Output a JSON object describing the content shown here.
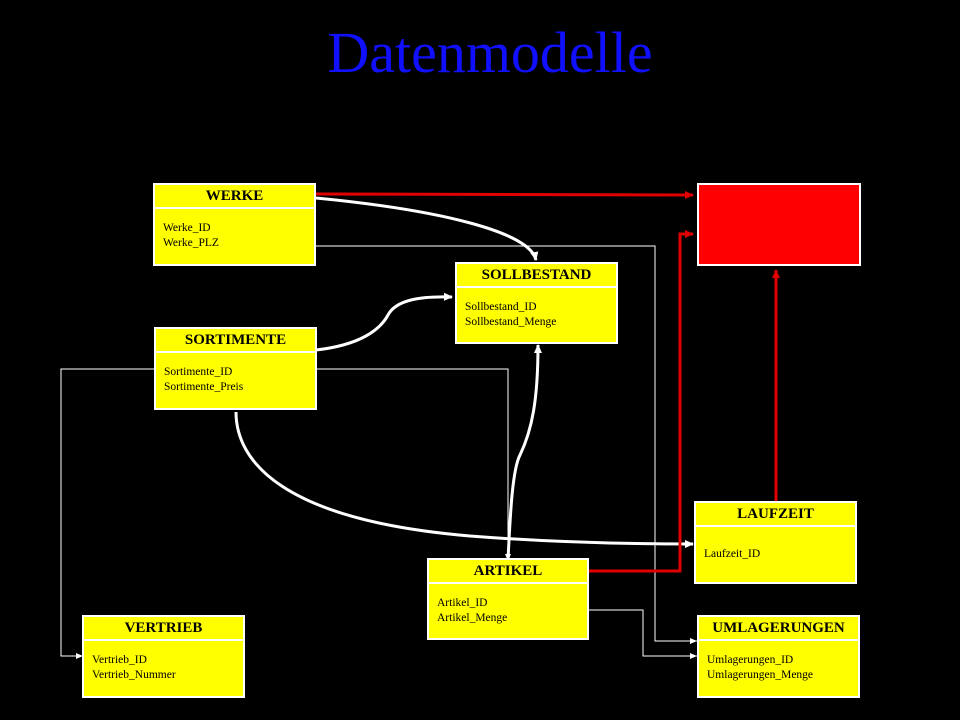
{
  "title": "Datenmodelle",
  "colors": {
    "background": "#000000",
    "title": "#1010ff",
    "entity_fill": "#ffff00",
    "entity_border": "#ffffff",
    "highlight_box": "#ff0000",
    "red_connector": "#e00000",
    "white_connector": "#ffffff"
  },
  "entities": {
    "werke": {
      "name": "WERKE",
      "fields": [
        "Werke_ID",
        "Werke_PLZ"
      ]
    },
    "sollbestand": {
      "name": "SOLLBESTAND",
      "fields": [
        "Sollbestand_ID",
        "Sollbestand_Menge"
      ]
    },
    "sortimente": {
      "name": "SORTIMENTE",
      "fields": [
        "Sortimente_ID",
        "Sortimente_Preis"
      ]
    },
    "laufzeit": {
      "name": "LAUFZEIT",
      "fields": [
        "Laufzeit_ID"
      ]
    },
    "artikel": {
      "name": "ARTIKEL",
      "fields": [
        "Artikel_ID",
        "Artikel_Menge"
      ]
    },
    "vertrieb": {
      "name": "VERTRIEB",
      "fields": [
        "Vertrieb_ID",
        "Vertrieb_Nummer"
      ]
    },
    "umlagerungen": {
      "name": "UMLAGERUNGEN",
      "fields": [
        "Umlagerungen_ID",
        "Umlagerungen_Menge"
      ]
    }
  }
}
